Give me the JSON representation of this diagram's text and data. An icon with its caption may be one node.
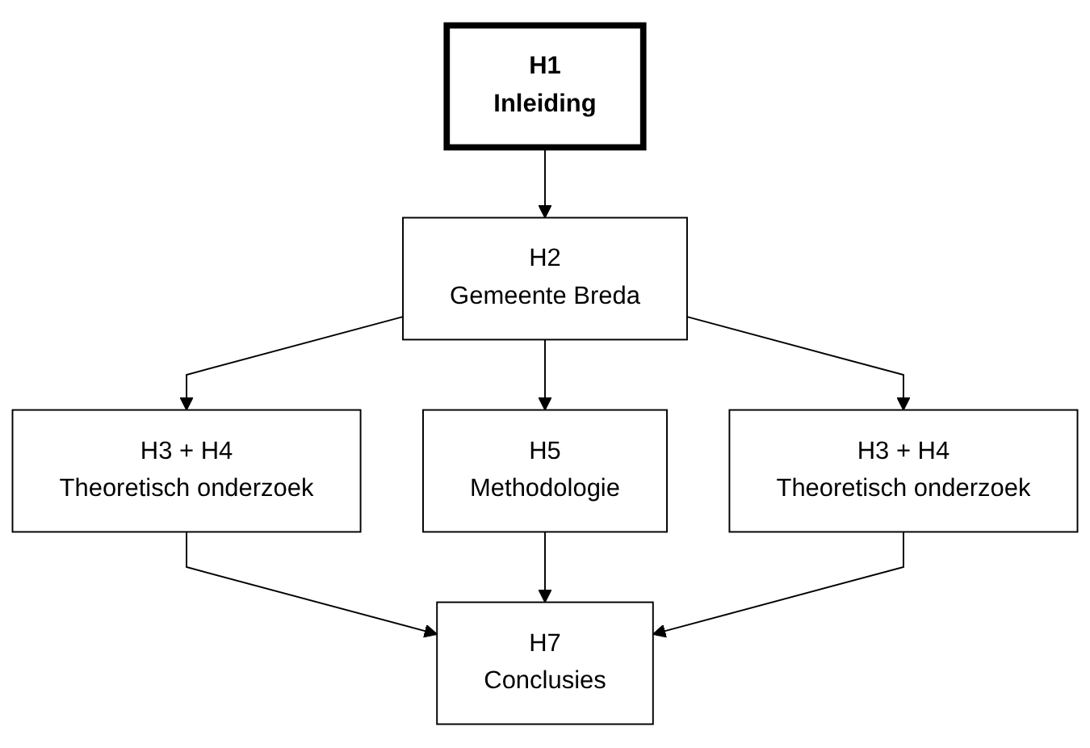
{
  "diagram": {
    "nodes": [
      {
        "text": [
          "H1",
          "Inleiding"
        ]
      },
      {
        "text": [
          "H2",
          "Gemeente Breda"
        ]
      },
      {
        "text": [
          "H3 + H4",
          "Theoretisch onderzoek"
        ]
      },
      {
        "text": [
          "H5",
          "Methodologie"
        ]
      },
      {
        "text": [
          "H3 + H4",
          "Theoretisch onderzoek"
        ]
      },
      {
        "text": [
          "H7",
          "Conclusies"
        ]
      }
    ],
    "edges": [
      {
        "from": 0,
        "to": 1,
        "arrow": "to"
      },
      {
        "from": 1,
        "to": 2,
        "arrow": "to"
      },
      {
        "from": 1,
        "to": 3,
        "arrow": "to"
      },
      {
        "from": 1,
        "to": 4,
        "arrow": "to"
      },
      {
        "from": 2,
        "to": 5,
        "arrow": "to"
      },
      {
        "from": 3,
        "to": 5,
        "arrow": "to"
      },
      {
        "from": 4,
        "to": 5,
        "arrow": "to"
      }
    ]
  }
}
